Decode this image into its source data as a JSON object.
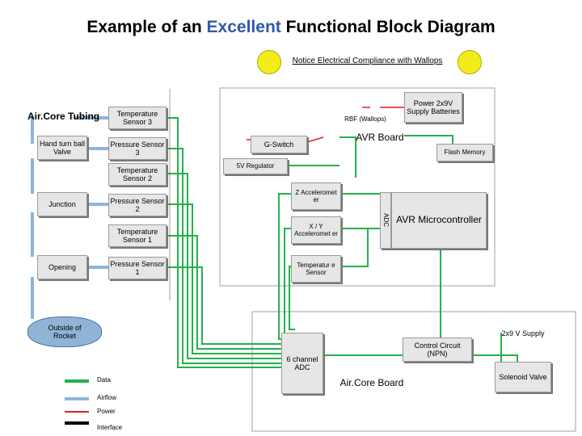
{
  "title": {
    "prefix": "Example of an ",
    "accent": "Excellent",
    "suffix": " Functional Block Diagram"
  },
  "notice": "Notice Electrical Compliance with Wallops",
  "outside_labels": {
    "aircore_tubing": "Air.Core Tubing",
    "hand_turn_ball_valve": "Hand turn ball Valve",
    "junction": "Junction",
    "opening": "Opening",
    "outside_of_rocket": "Outside of Rocket"
  },
  "sensors": {
    "temperature_3": "Temperature Sensor 3",
    "pressure_3": "Pressure Sensor 3",
    "temperature_2": "Temperature Sensor 2",
    "pressure_2": "Pressure Sensor 2",
    "temperature_1": "Temperature Sensor 1",
    "pressure_1": "Pressure Sensor 1"
  },
  "avr_board": {
    "label": "AVR Board",
    "power": "Power 2x9V Supply Batteries",
    "rbf": "RBF (Wallops)",
    "g_switch": "G-Switch",
    "flash": "Flash Memory",
    "regulator": "5V Regulator",
    "z_accel": "Z Acceleromet er",
    "xy_accel": "X / Y Acceleromet er",
    "temp_sensor": "Temperatur e Sensor",
    "adc": "ADC",
    "mcu": "AVR Microcontroller"
  },
  "aircore_board": {
    "label": "Air.Core Board",
    "supply": "2x9 V Supply",
    "control": "Control Circuit (NPN)",
    "adc6": "6 channel ADC",
    "solenoid": "Solenoid Valve"
  },
  "legend": {
    "data": "Data",
    "airflow": "Airflow",
    "power": "Power",
    "interface": "Interface"
  },
  "colors": {
    "data": "#22b14c",
    "airflow": "#8fb4d8",
    "power": "#e02020",
    "interface": "#000000",
    "accent": "#2f5aa8"
  }
}
